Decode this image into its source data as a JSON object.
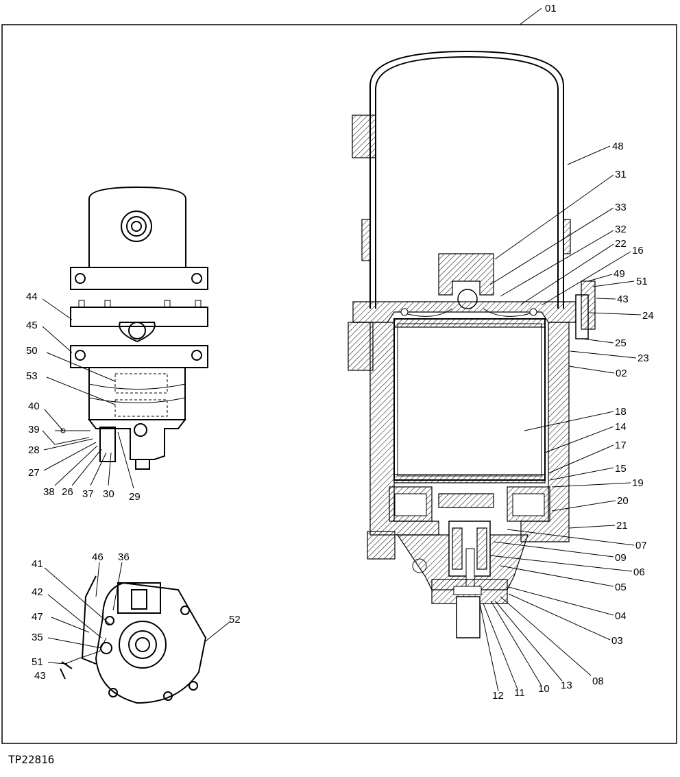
{
  "figure_code": "TP22816",
  "labels": {
    "l01": "01",
    "l02": "02",
    "l03": "03",
    "l04": "04",
    "l05": "05",
    "l06": "06",
    "l07": "07",
    "l08": "08",
    "l09": "09",
    "l10": "10",
    "l11": "11",
    "l12": "12",
    "l13": "13",
    "l14": "14",
    "l15": "15",
    "l16": "16",
    "l17": "17",
    "l18": "18",
    "l19": "19",
    "l20": "20",
    "l21": "21",
    "l22": "22",
    "l23": "23",
    "l24": "24",
    "l25": "25",
    "l26": "26",
    "l27": "27",
    "l28": "28",
    "l29": "29",
    "l30": "30",
    "l31": "31",
    "l32": "32",
    "l33": "33",
    "l35": "35",
    "l36": "36",
    "l37": "37",
    "l38": "38",
    "l39": "39",
    "l40": "40",
    "l41": "41",
    "l42": "42",
    "l43a": "43",
    "l43b": "43",
    "l44": "44",
    "l45": "45",
    "l46": "46",
    "l47": "47",
    "l48": "48",
    "l49": "49",
    "l50": "50",
    "l51a": "51",
    "l51b": "51",
    "l52": "52",
    "l53": "53"
  }
}
